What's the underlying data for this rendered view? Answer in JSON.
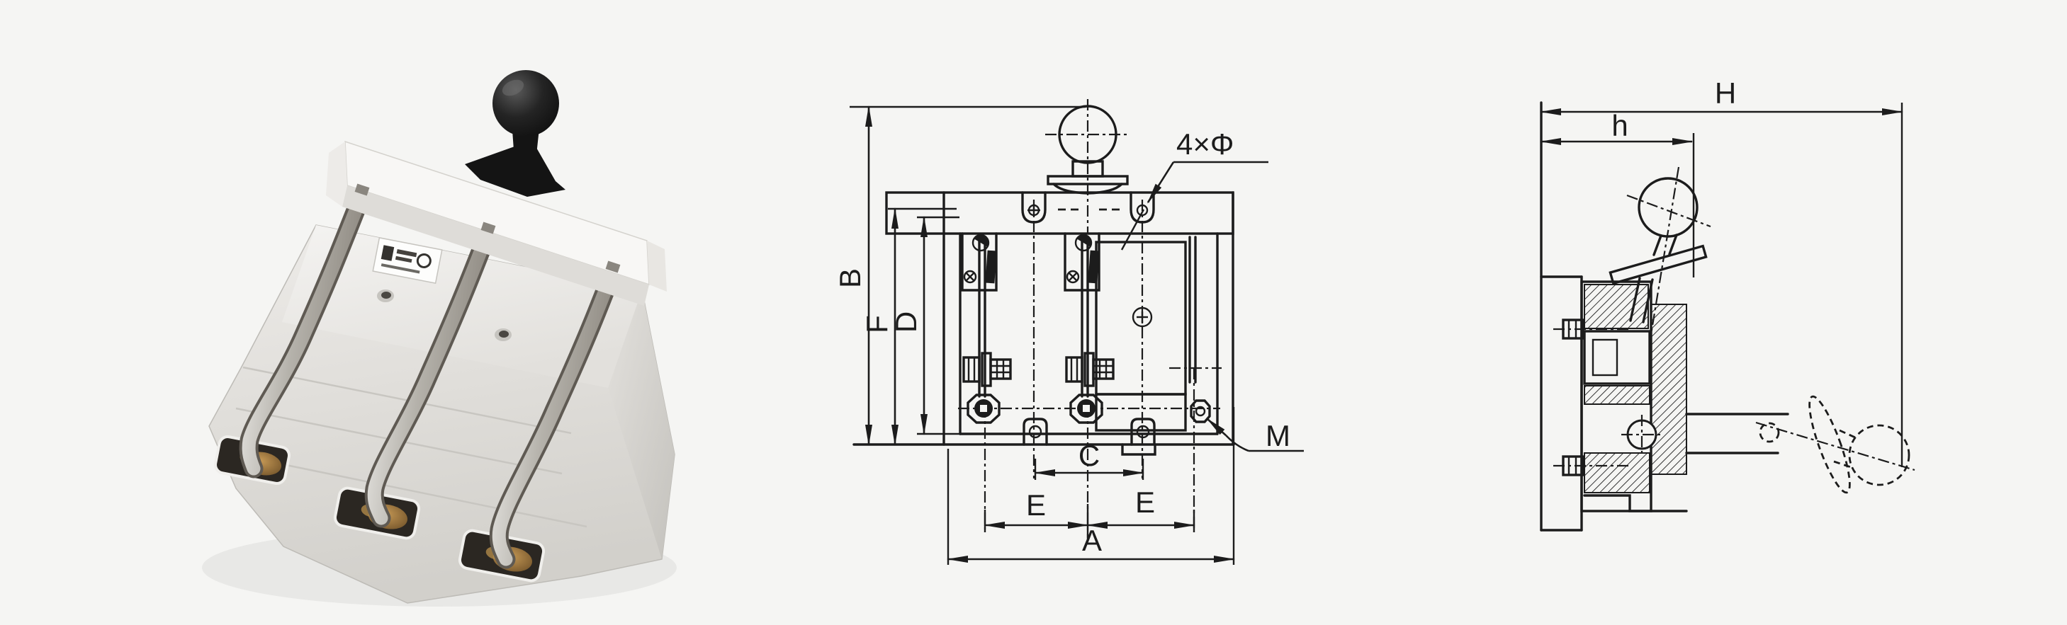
{
  "canvas": {
    "background": "#f5f5f3",
    "ink": "#1c1c1c"
  },
  "photo": {
    "subject": "three-pole-knife-switch",
    "colors": {
      "handle_ball": "#141414",
      "body_top": "#f2f1ef",
      "body_front": "#e9e7e4",
      "body_side": "#d8d6d1",
      "crossbar": "#f8f7f5",
      "blade_metal": "#c9c6c0",
      "contact_brass": "#8a6736",
      "slot_dark": "#2b2722",
      "label_sticker": "#fdfdfc"
    }
  },
  "front_view": {
    "labels": {
      "b": "B",
      "f": "F",
      "d": "D",
      "c": "C",
      "e_left": "E",
      "e_right": "E",
      "a": "A",
      "holes": "4×Φ",
      "m": "M"
    }
  },
  "side_view": {
    "labels": {
      "h_total": "H",
      "h_body": "h"
    }
  }
}
